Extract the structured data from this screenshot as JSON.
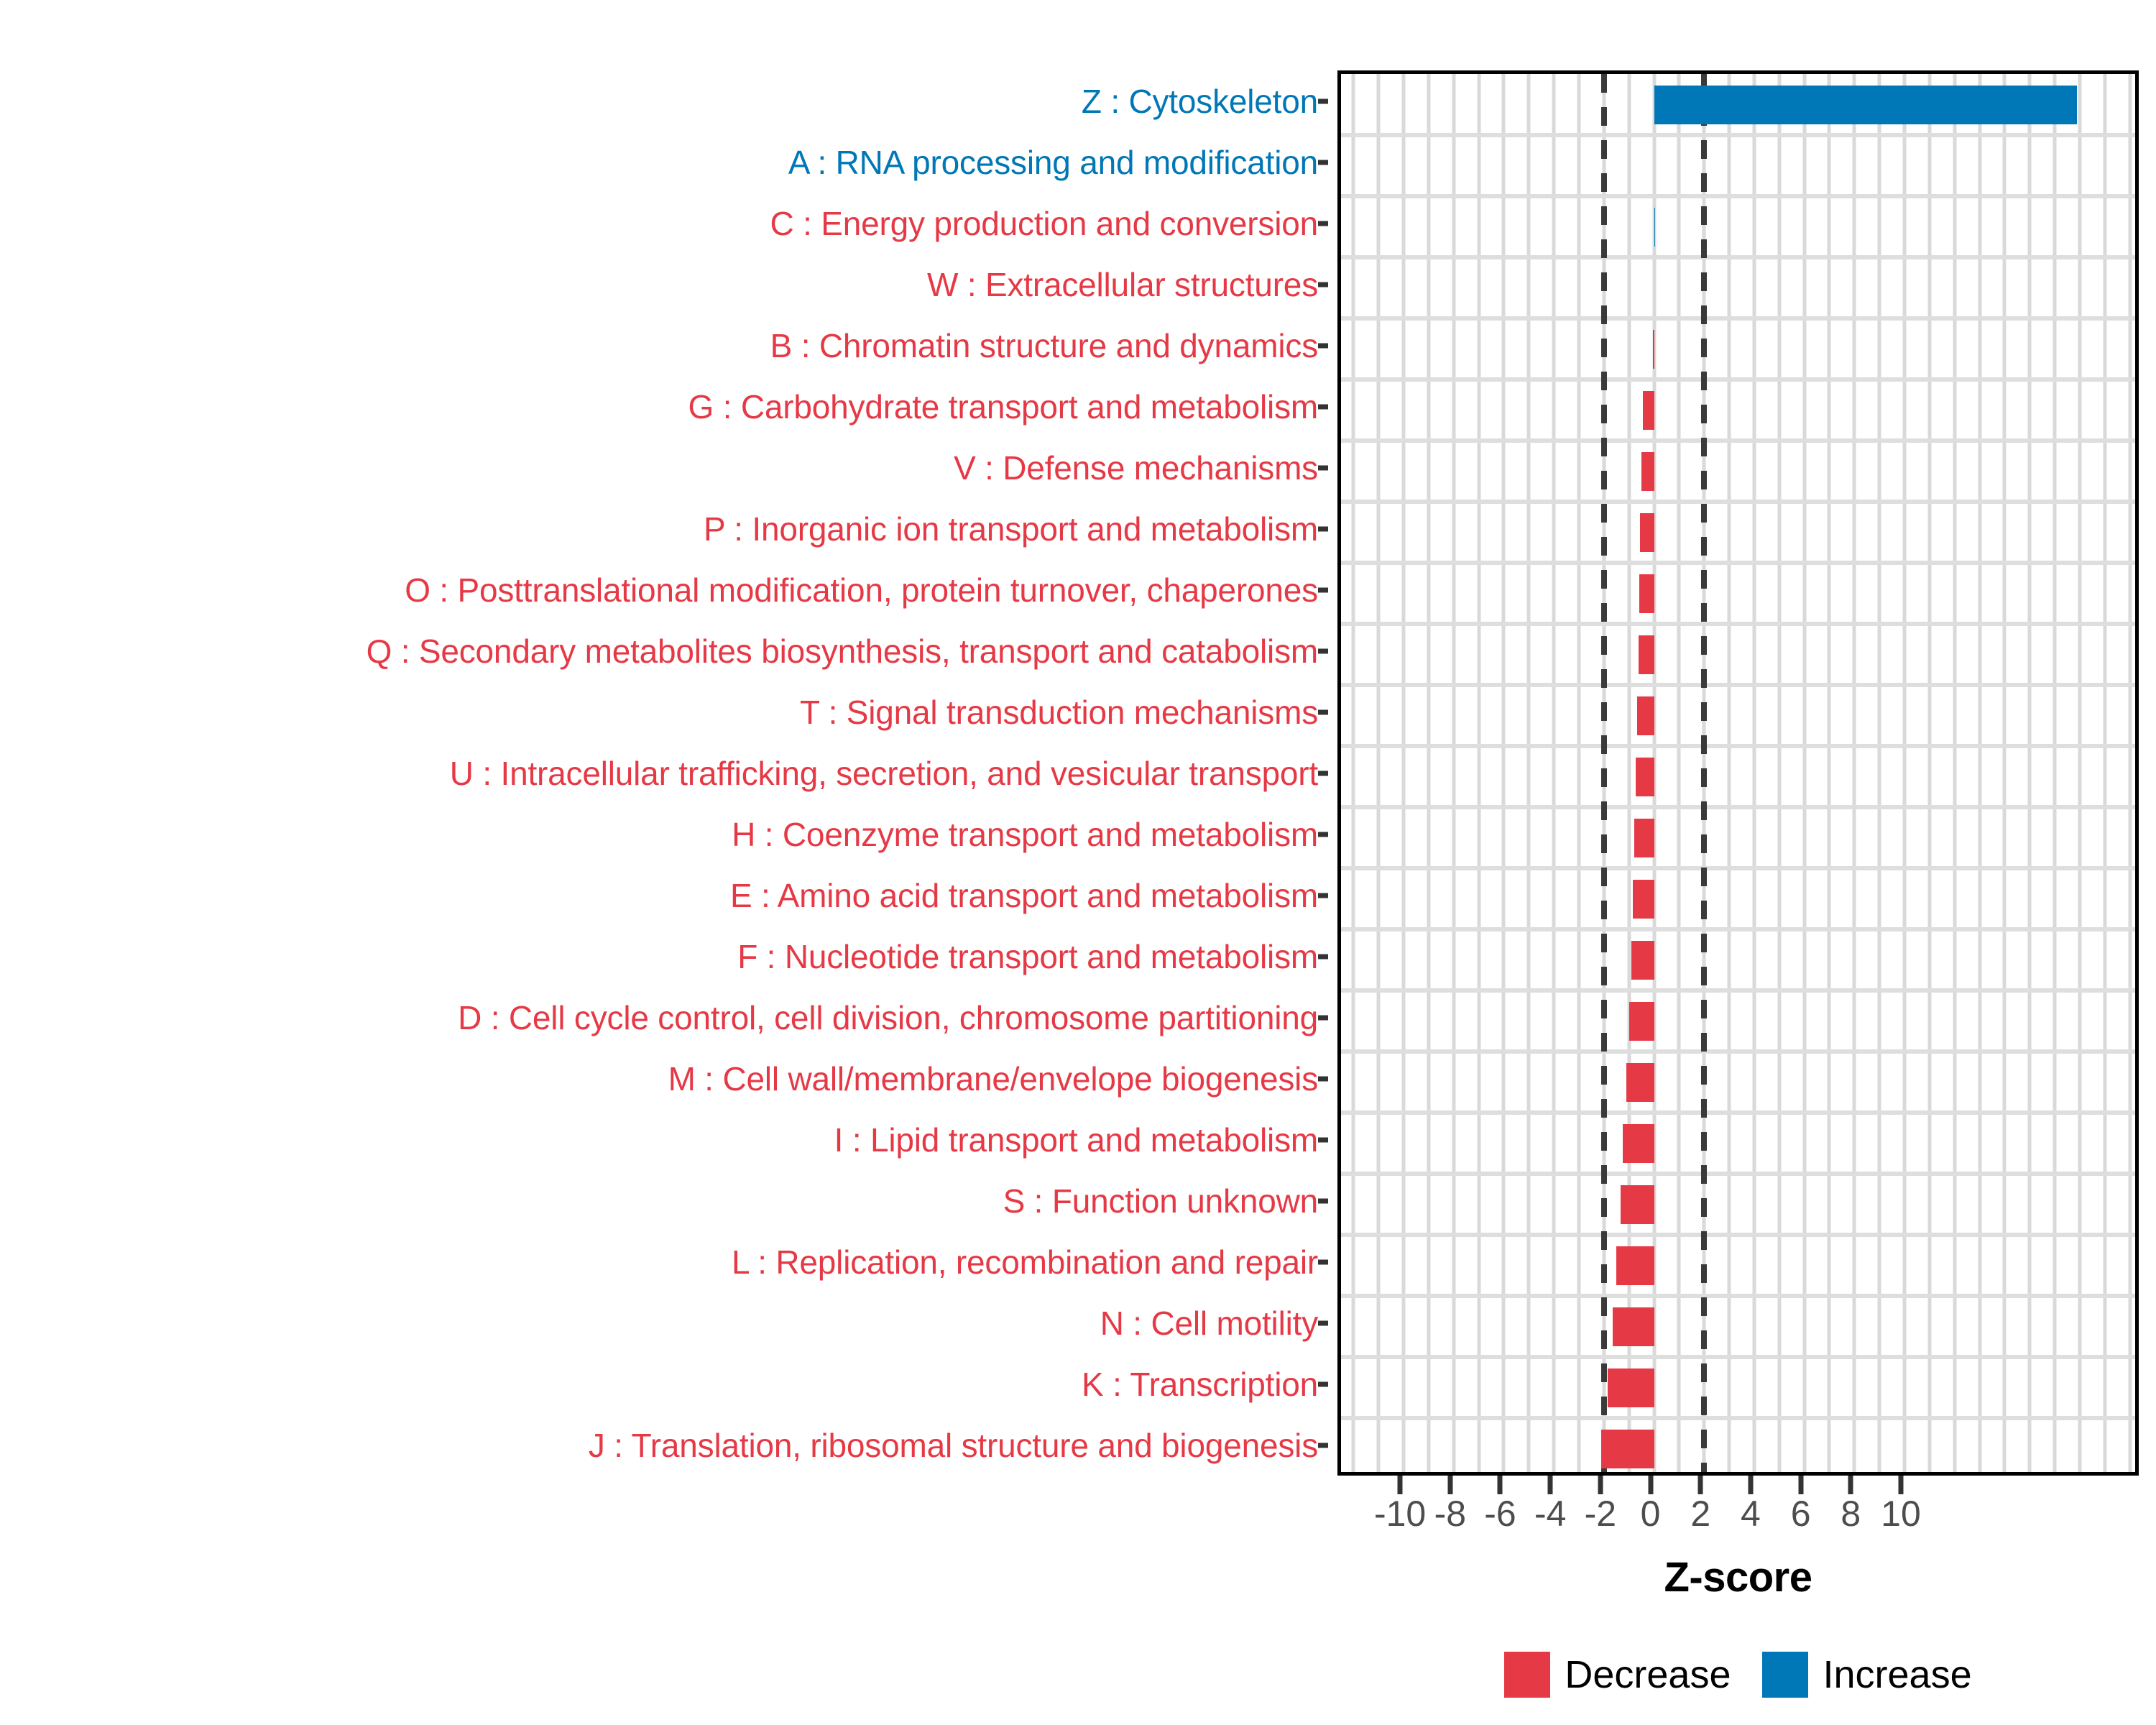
{
  "chart_data": {
    "type": "bar",
    "title": "",
    "subtitle": "",
    "xlabel": "Z-score",
    "ylabel": "",
    "orientation": "horizontal",
    "xlim": [
      -12.5,
      19.5
    ],
    "xticks": [
      -10,
      -8,
      -6,
      -4,
      -2,
      0,
      2,
      4,
      6,
      8,
      10
    ],
    "xticklabels": [
      "-10",
      "-8",
      "-6",
      "-4",
      "-2",
      "0",
      "2",
      "4",
      "6",
      "8",
      "10"
    ],
    "grid": "vertical-and-horizontal-light",
    "reference_lines": [
      -2,
      2
    ],
    "reference_line_style": "dashed",
    "legend_position": "bottom",
    "legend": [
      {
        "label": "Decrease",
        "color": "#e63946"
      },
      {
        "label": "Increase",
        "color": "#0077b6"
      }
    ],
    "categories": [
      "Z : Cytoskeleton",
      "A : RNA processing and modification",
      "C : Energy production and conversion",
      "W : Extracellular structures",
      "B : Chromatin structure and dynamics",
      "G : Carbohydrate transport and metabolism",
      "V : Defense mechanisms",
      "P : Inorganic ion transport and metabolism",
      "O : Posttranslational modification, protein turnover, chaperones",
      "Q : Secondary metabolites biosynthesis, transport and catabolism",
      "T : Signal transduction mechanisms",
      "U : Intracellular trafficking, secretion, and vesicular transport",
      "H : Coenzyme transport and metabolism",
      "E : Amino acid transport and metabolism",
      "F : Nucleotide transport and metabolism",
      "D : Cell cycle control, cell division, chromosome partitioning",
      "M : Cell wall/membrane/envelope biogenesis",
      "I : Lipid transport and metabolism",
      "S : Function unknown",
      "L : Replication, recombination and repair",
      "N : Cell motility",
      "K : Transcription",
      "J : Translation, ribosomal structure and biogenesis"
    ],
    "values": [
      16.9,
      0.0,
      0.03,
      0.0,
      -0.05,
      -0.45,
      -0.5,
      -0.55,
      -0.6,
      -0.62,
      -0.68,
      -0.72,
      -0.8,
      -0.85,
      -0.9,
      -1.0,
      -1.1,
      -1.25,
      -1.35,
      -1.5,
      -1.65,
      -1.85,
      -2.1
    ],
    "direction": [
      "Increase",
      "Decrease",
      "Decrease",
      "Decrease",
      "Decrease",
      "Decrease",
      "Decrease",
      "Decrease",
      "Decrease",
      "Decrease",
      "Decrease",
      "Decrease",
      "Decrease",
      "Decrease",
      "Decrease",
      "Decrease",
      "Decrease",
      "Decrease",
      "Decrease",
      "Decrease",
      "Decrease",
      "Decrease",
      "Decrease"
    ],
    "label_colors": [
      "#0077b6",
      "#0077b6",
      "#e63946",
      "#e63946",
      "#e63946",
      "#e63946",
      "#e63946",
      "#e63946",
      "#e63946",
      "#e63946",
      "#e63946",
      "#e63946",
      "#e63946",
      "#e63946",
      "#e63946",
      "#e63946",
      "#e63946",
      "#e63946",
      "#e63946",
      "#e63946",
      "#e63946",
      "#e63946",
      "#e63946"
    ]
  }
}
